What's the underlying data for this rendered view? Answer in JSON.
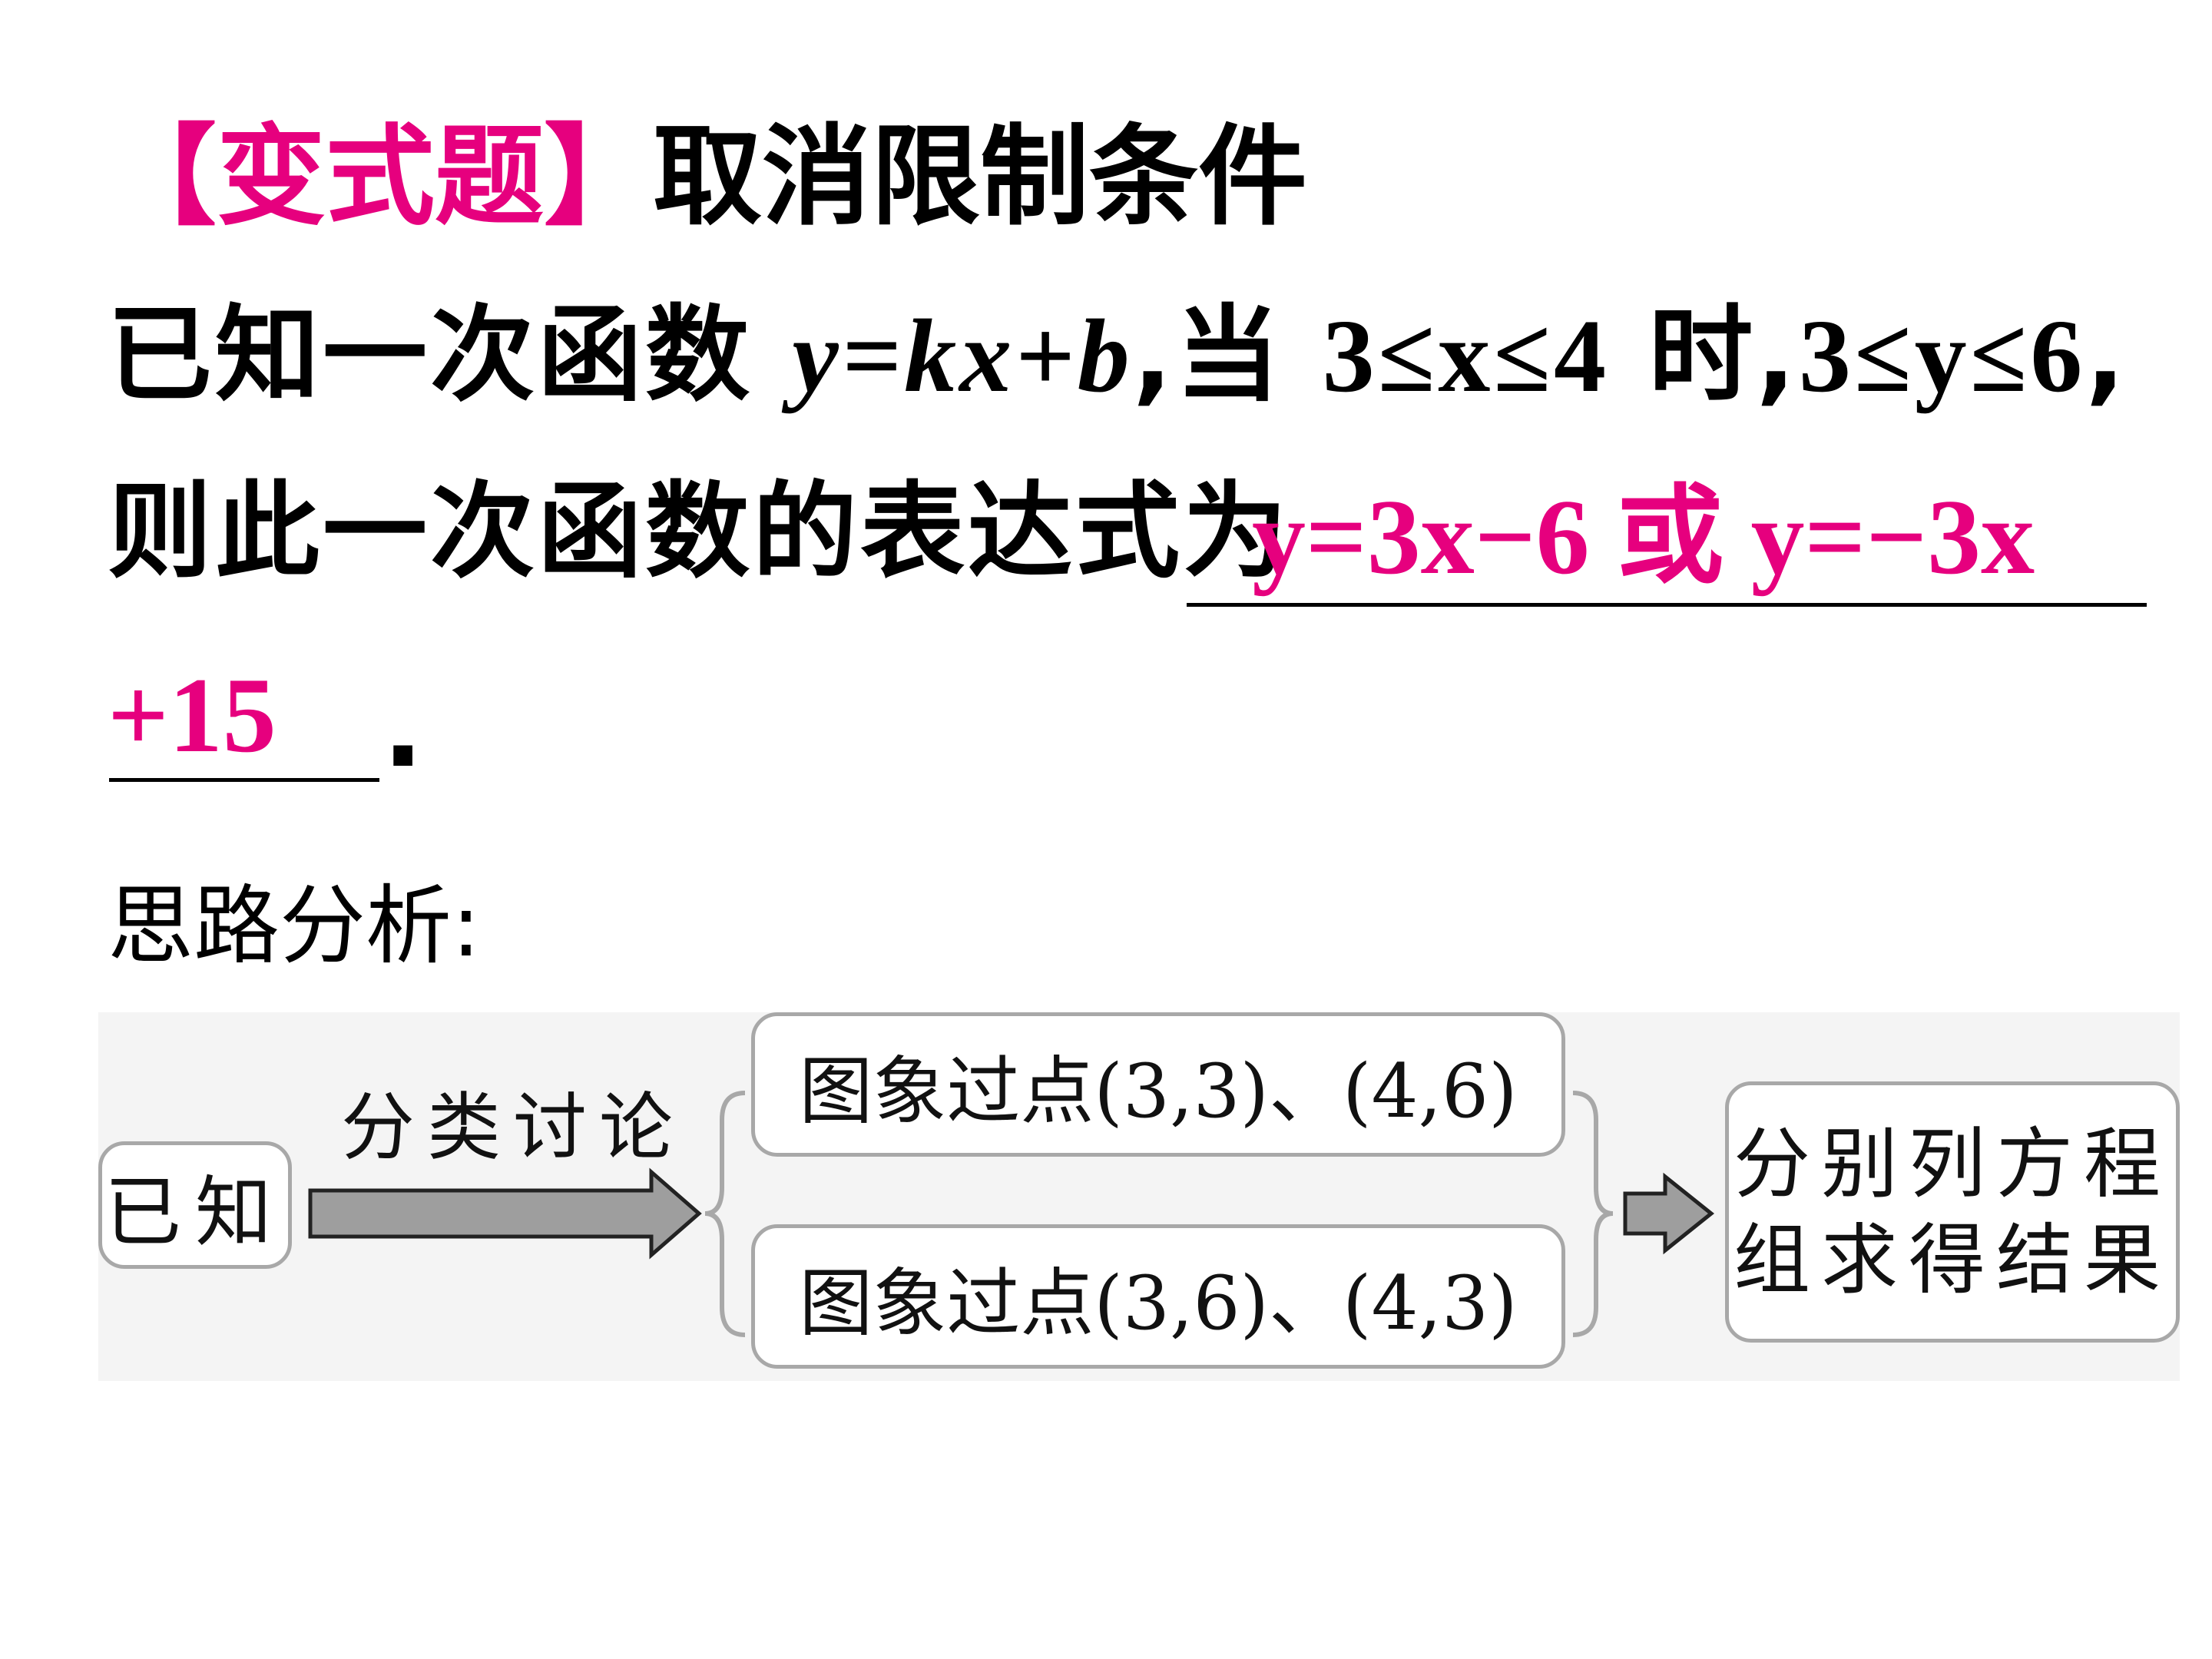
{
  "header": {
    "tag": "【变式题】",
    "title": "取消限制条件"
  },
  "question": {
    "line1_prefix": "已知一次函数 ",
    "line1_func": "y=kx+b",
    "line1_mid": ",当 ",
    "line1_cond_x": "3≤x≤4",
    "line1_time": " 时,",
    "line1_cond_y": "3≤y≤6",
    "line1_end": ",",
    "line2_prefix": "则此一次函数的表达式为",
    "answer_part1": "y=3x−6 或 y=−3x",
    "answer_part2": "+15",
    "end_punct": "."
  },
  "analysis": {
    "label": "思路分析:"
  },
  "diagram": {
    "start": "已知",
    "arrow_label": "分类讨论",
    "case1": "图象过点(3,3)、(4,6)",
    "case2": "图象过点(3,6)、(4,3)",
    "result_line1": "分别列方程",
    "result_line2": "组求得结果"
  },
  "colors": {
    "accent": "#e6007e",
    "text": "#000000",
    "box_border": "#a8a8a8",
    "arrow_fill": "#9e9e9e"
  }
}
